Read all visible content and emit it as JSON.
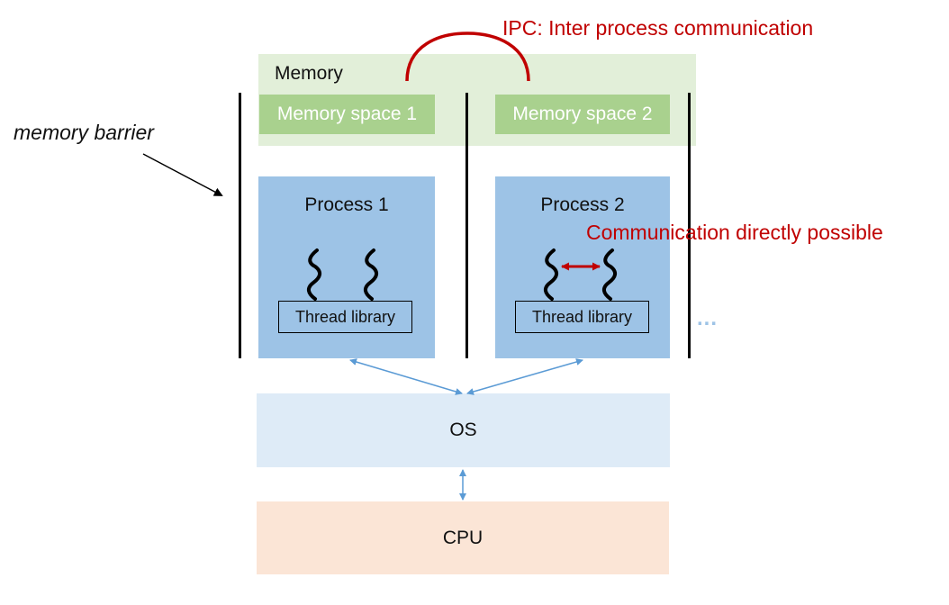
{
  "diagram": {
    "memory": {
      "label": "Memory",
      "spaces": [
        "Memory space 1",
        "Memory space 2"
      ]
    },
    "processes": [
      {
        "title": "Process 1",
        "thread_library": "Thread library"
      },
      {
        "title": "Process 2",
        "thread_library": "Thread library"
      }
    ],
    "os_label": "OS",
    "cpu_label": "CPU",
    "annotations": {
      "ipc": "IPC: Inter process communication",
      "direct": "Communication directly possible",
      "barrier": "memory barrier",
      "more": "..."
    },
    "colors": {
      "memory_bg": "#e2efd9",
      "memory_space": "#a9d18e",
      "process": "#9dc3e6",
      "os": "#deebf7",
      "cpu": "#fbe5d6",
      "annotation_red": "#c00000",
      "connector_blue": "#5b9bd5"
    }
  }
}
